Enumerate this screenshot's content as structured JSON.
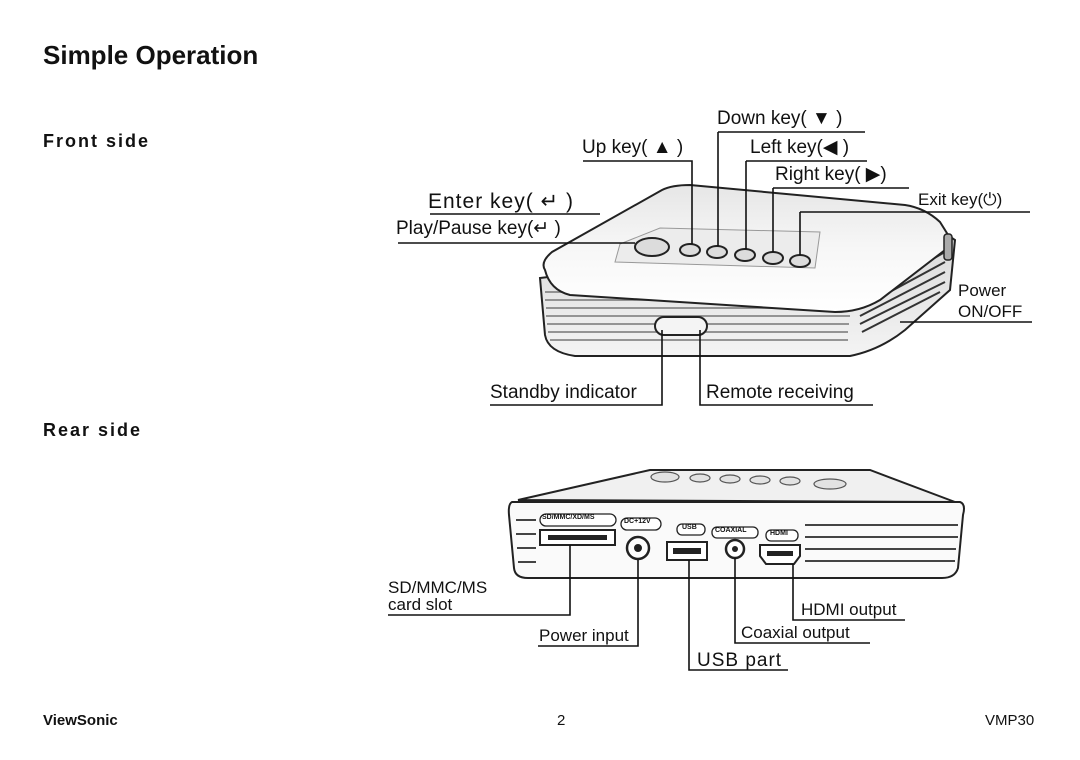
{
  "page": {
    "title": "Simple Operation",
    "front_heading": "Front side",
    "rear_heading": "Rear side"
  },
  "front_labels": {
    "down_key": "Down key( ▼ )",
    "up_key": "Up key( ▲ )",
    "left_key": "Left key(◀ )",
    "right_key": "Right key( ▶)",
    "enter_key": "Enter key( ↵ )",
    "play_pause_key": "Play/Pause key(↵ )",
    "exit_key": "Exit key(⏻)",
    "power_line1": "Power",
    "power_line2": "ON/OFF",
    "standby_indicator": "Standby indicator",
    "remote_receiving": "Remote receiving"
  },
  "rear_panel_marks": {
    "card": "SD/MMC/XD/MS",
    "dc": "DC+12V",
    "usb": "USB",
    "coaxial": "COAXIAL",
    "hdmi": "HDMI"
  },
  "rear_labels": {
    "card_slot_line1": "SD/MMC/MS",
    "card_slot_line2": "card slot",
    "power_input": "Power input",
    "usb_part": "USB part",
    "coaxial_output": "Coaxial output",
    "hdmi_output": "HDMI output"
  },
  "footer": {
    "brand": "ViewSonic",
    "page_number": "2",
    "model": "VMP30"
  }
}
